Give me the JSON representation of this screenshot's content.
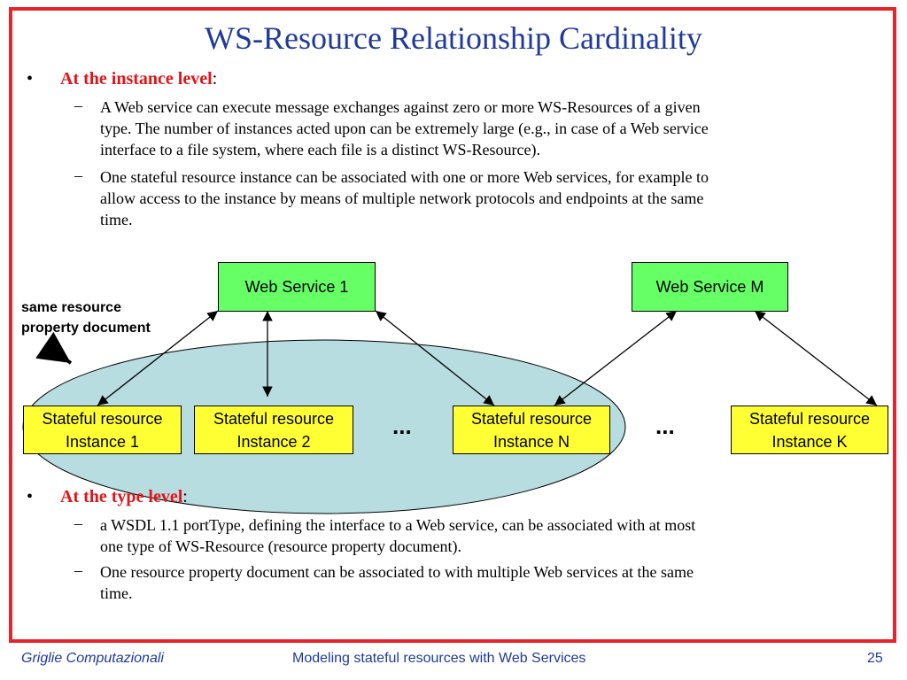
{
  "slide": {
    "title": "WS-Resource Relationship Cardinality",
    "instance": {
      "heading": "At the instance level",
      "points": [
        [
          "A Web service can execute message exchanges against zero or more WS-Resources of a given",
          "type. The number of instances acted upon can be extremely large (e.g., in case of a Web service",
          "interface to a file system, where each file is a distinct WS-Resource)."
        ],
        [
          "One stateful resource instance can be associated with one or more Web services, for example to",
          "allow access to the instance by means of multiple network protocols and endpoints at the same",
          "time."
        ]
      ]
    },
    "type": {
      "heading": "At the type level",
      "points": [
        [
          "a WSDL 1.1 portType, defining the interface to a Web service, can be associated with at most",
          "one type of WS-Resource (resource property document)."
        ],
        [
          "One resource property document can be associated to with multiple Web services at the same",
          "time."
        ]
      ]
    }
  },
  "diagram": {
    "services": [
      "Web Service 1",
      "Web Service M"
    ],
    "resources": [
      [
        "Stateful resource",
        "Instance 1"
      ],
      [
        "Stateful resource",
        "Instance 2"
      ],
      [
        "Stateful resource",
        "Instance N"
      ],
      [
        "Stateful resource",
        "Instance K"
      ]
    ],
    "ellipsis": "...",
    "group_label": [
      "same resource",
      "property document"
    ],
    "colors": {
      "service_fill": "#66ff66",
      "resource_fill": "#ffff33",
      "group_fill": "#b8dde0"
    }
  },
  "footer": {
    "left": "Griglie Computazionali",
    "center": "Modeling stateful resources with Web Services",
    "page": "25"
  }
}
